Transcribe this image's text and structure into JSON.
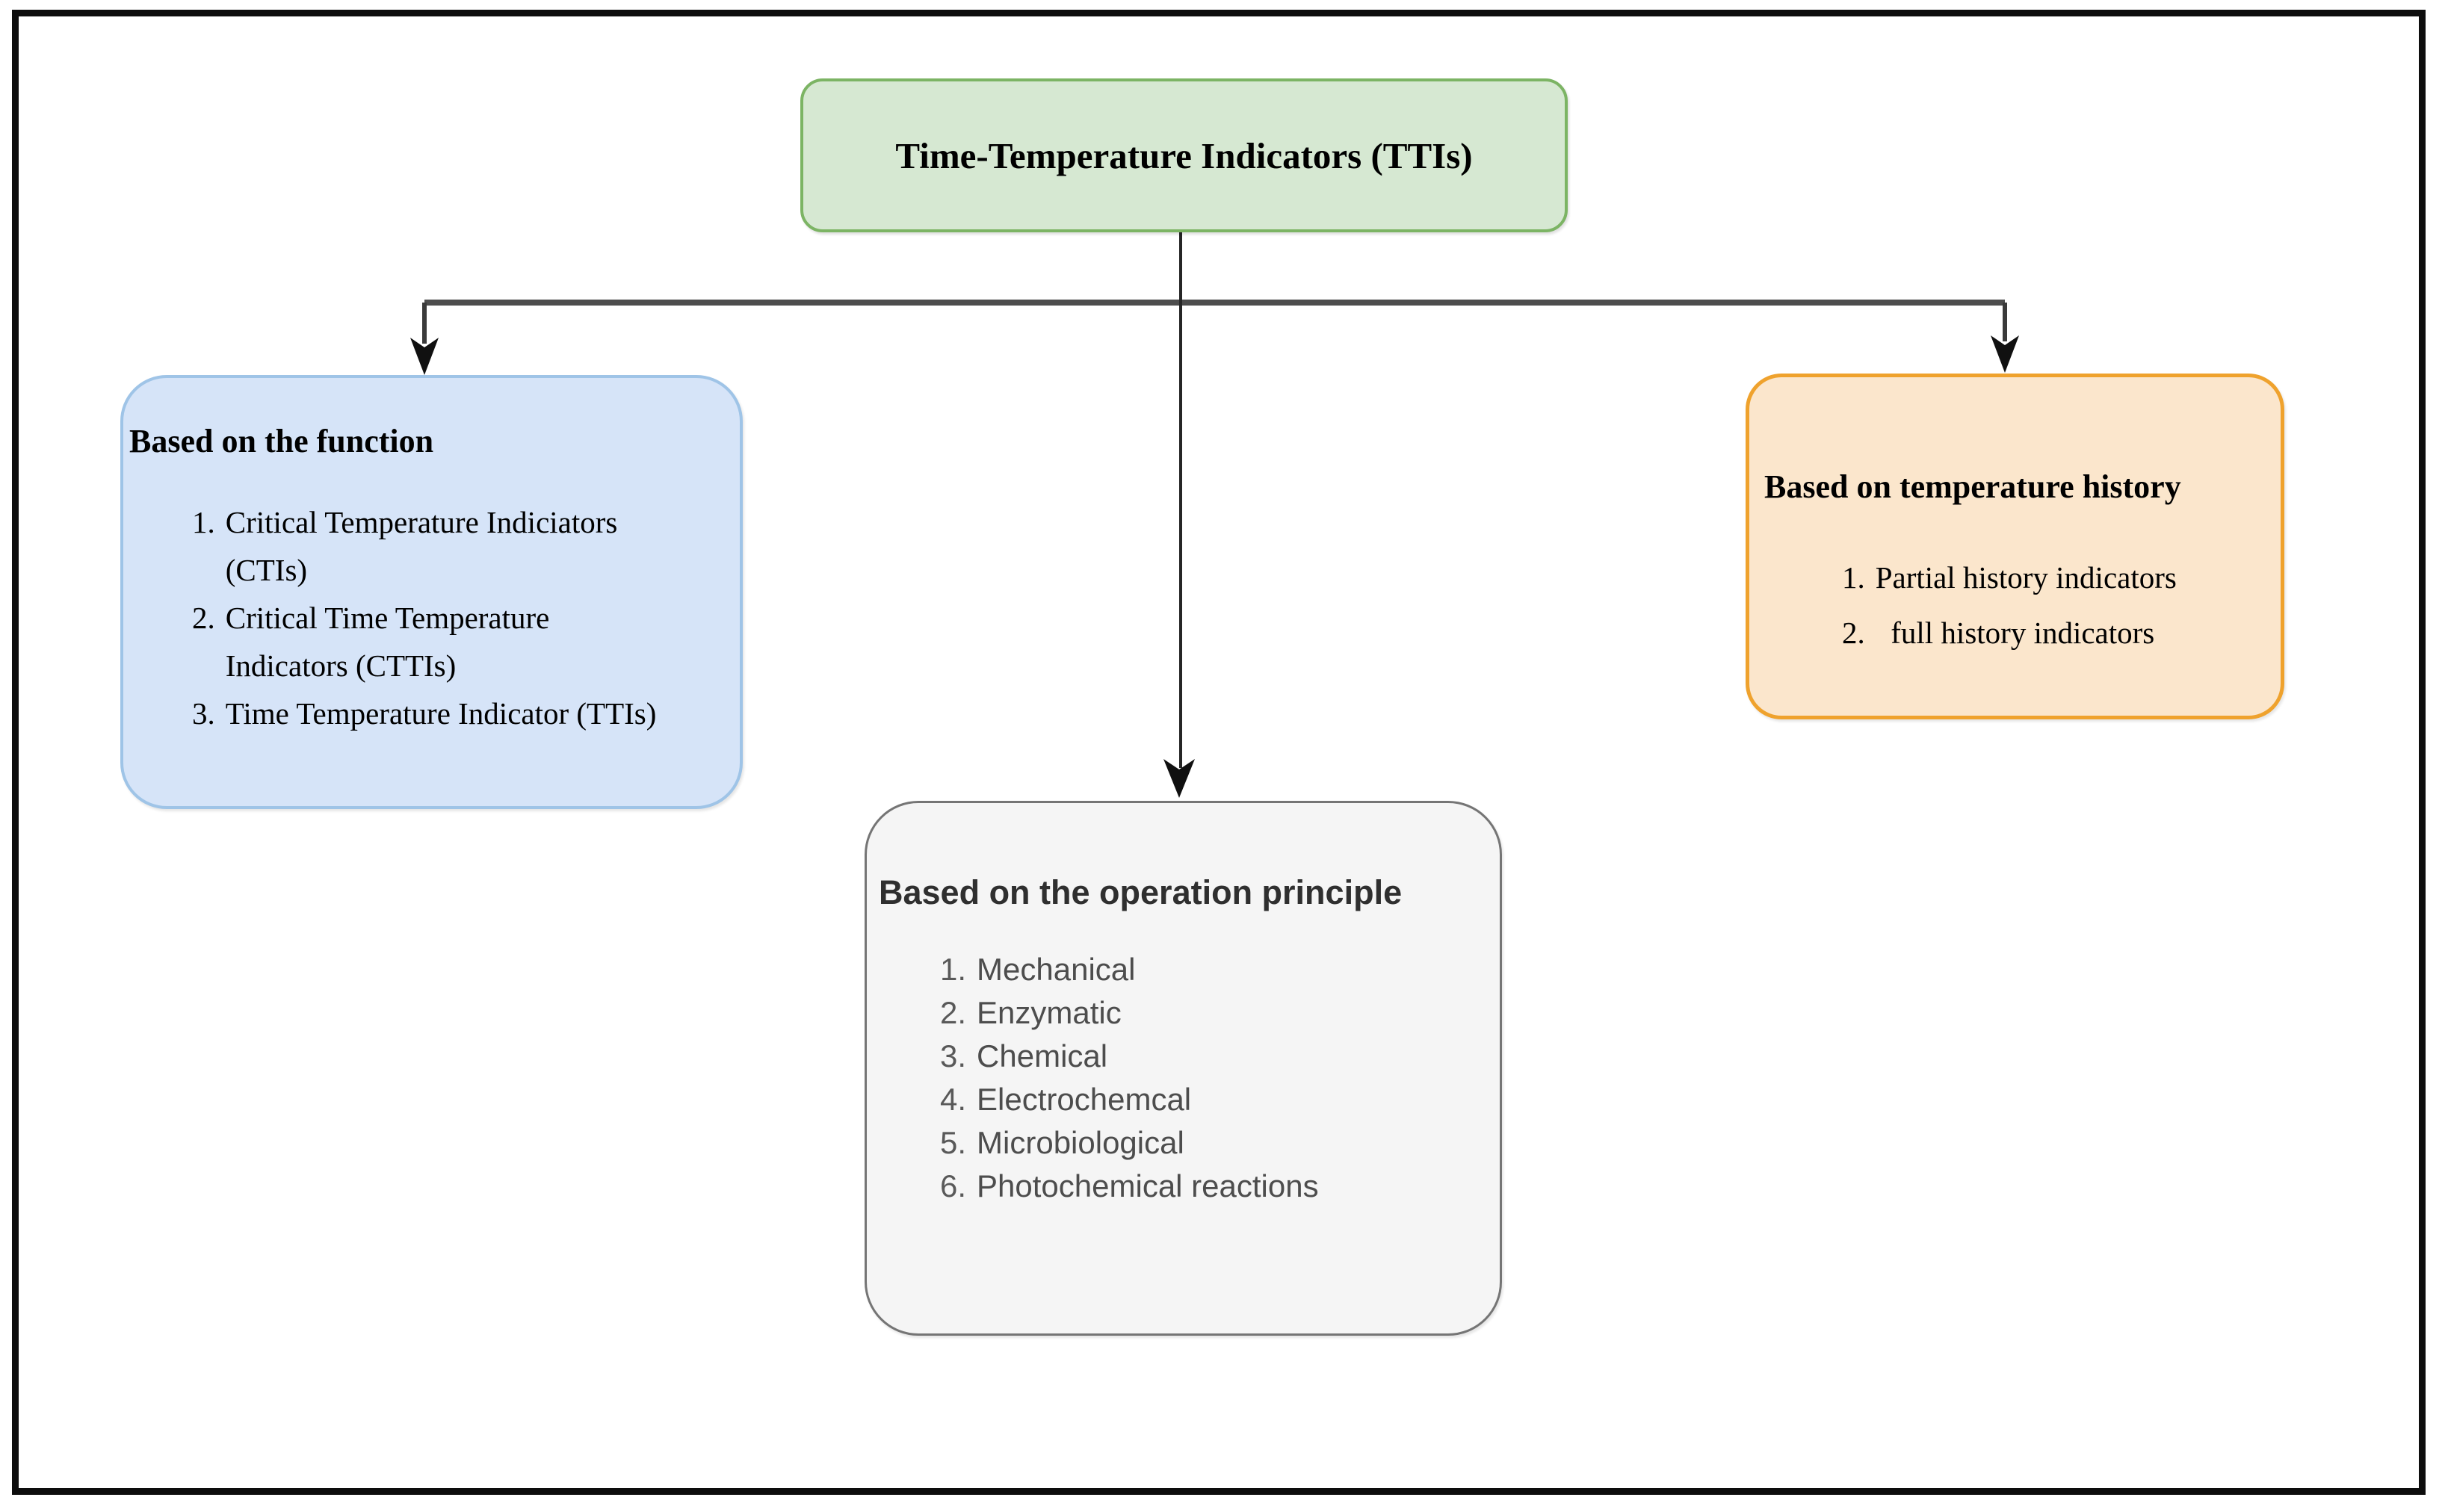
{
  "diagram": {
    "root": {
      "label": "Time-Temperature Indicators (TTIs)",
      "fill": "#d6e8d2",
      "border_color": "#7cb464"
    },
    "branches": {
      "function": {
        "heading": "Based on the function",
        "items": [
          {
            "num": "1.",
            "text": "Critical Temperature Indiciators\n(CTIs)"
          },
          {
            "num": "2.",
            "text": "Critical Time Temperature\nIndicators (CTTIs)"
          },
          {
            "num": "3.",
            "text": "Time Temperature Indicator (TTIs)"
          }
        ],
        "fill": "#d6e4f8",
        "border_color": "#9fc4e7"
      },
      "operation": {
        "heading": "Based on the operation principle",
        "items": [
          {
            "num": "1.",
            "text": "Mechanical"
          },
          {
            "num": "2.",
            "text": "Enzymatic"
          },
          {
            "num": "3.",
            "text": "Chemical"
          },
          {
            "num": "4.",
            "text": "Electrochemcal"
          },
          {
            "num": "5.",
            "text": "Microbiological"
          },
          {
            "num": "6.",
            "text": "Photochemical reactions"
          }
        ],
        "fill": "#f5f5f5",
        "border_color": "#757575"
      },
      "history": {
        "heading": "Based on temperature history",
        "items": [
          {
            "num": "1.",
            "text": "Partial history indicators"
          },
          {
            "num": "2.",
            "text": "  full history indicators"
          }
        ],
        "fill": "#fbe6cc",
        "border_color": "#efa22d"
      }
    },
    "connector_color": "#4d4d4d"
  }
}
